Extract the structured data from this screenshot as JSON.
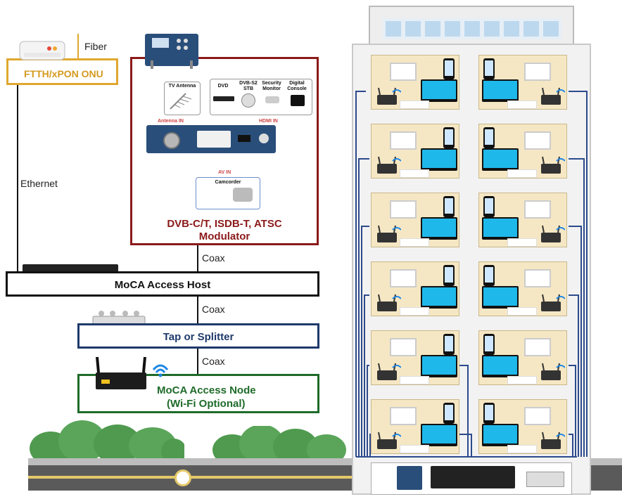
{
  "colors": {
    "onu_border": "#e0a830",
    "modulator_border": "#8b1a1a",
    "host_border": "#111111",
    "splitter_border": "#1f3a6b",
    "node_border": "#1f6b2a",
    "node_text": "#1f6b2a",
    "modulator_text": "#8b1a1a",
    "building_wall": "#f2f2f2",
    "room_fill": "#f6e7c4",
    "coax_line": "#2c4a8c",
    "road": "#5a5a5a",
    "road_stripe": "#e5c96a",
    "trees": "#4f9a4f"
  },
  "onu": {
    "title": "FTTH/xPON ONU",
    "fiber_label": "Fiber"
  },
  "ethernet_label": "Ethernet",
  "modulator": {
    "title_line1": "DVB-C/T, ISDB-T, ATSC",
    "title_line2": "Modulator",
    "sources": {
      "tv_antenna": "TV Antenna",
      "dvd": "DVD",
      "dvb_s2_stb": "DVB-S2 STB",
      "security_monitor": "Security Monitor",
      "digital_console": "Digital Console",
      "camcorder": "Camcorder"
    },
    "ports": {
      "antenna_in": "Antenna IN",
      "hdmi_in": "HDMI IN",
      "av_in": "AV IN"
    }
  },
  "coax_labels": [
    "Coax",
    "Coax",
    "Coax"
  ],
  "host": {
    "title": "MoCA Access Host"
  },
  "splitter": {
    "title": "Tap or Splitter"
  },
  "node": {
    "title_line1": "MoCA Access Node",
    "title_line2": "(Wi-Fi Optional)"
  },
  "building": {
    "floors": 6,
    "rooms_per_floor": 2
  }
}
